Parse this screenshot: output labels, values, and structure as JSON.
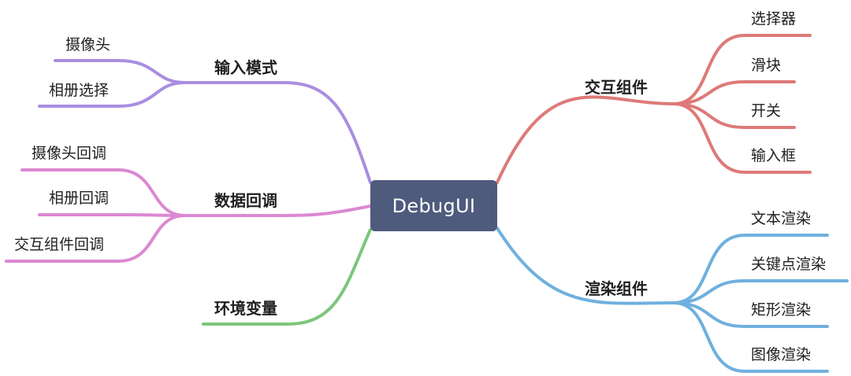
{
  "root": "DebugUI",
  "colors": {
    "interactive": "#dd7a78",
    "render": "#6fb0de",
    "input": "#a98ee0",
    "callback": "#dc88d2",
    "env": "#7cc67c",
    "root_bg": "#4f5b7d"
  },
  "branches": {
    "interactive": {
      "label": "交互组件",
      "children": [
        "选择器",
        "滑块",
        "开关",
        "输入框"
      ]
    },
    "render": {
      "label": "渲染组件",
      "children": [
        "文本渲染",
        "关键点渲染",
        "矩形渲染",
        "图像渲染"
      ]
    },
    "input": {
      "label": "输入模式",
      "children": [
        "摄像头",
        "相册选择"
      ]
    },
    "callback": {
      "label": "数据回调",
      "children": [
        "摄像头回调",
        "相册回调",
        "交互组件回调"
      ]
    },
    "env": {
      "label": "环境变量",
      "children": []
    }
  }
}
